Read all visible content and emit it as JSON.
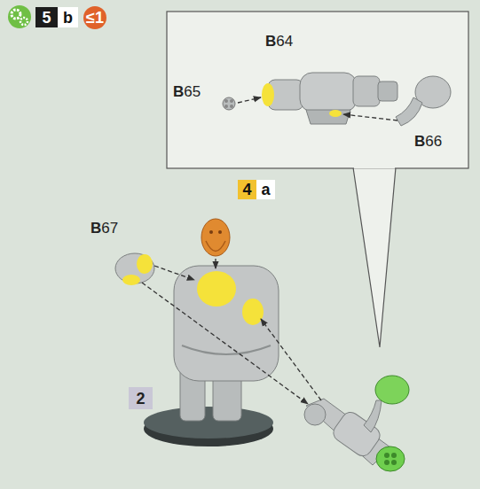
{
  "diagram": {
    "nodes": [
      {
        "text": [
          "5"
        ]
      },
      {
        "text": [
          "b"
        ]
      },
      {
        "text": [
          "≤1"
        ]
      },
      {
        "text": [
          "4"
        ]
      },
      {
        "text": [
          "a"
        ]
      },
      {
        "text": [
          "2"
        ]
      }
    ],
    "labels": [
      "B64",
      "B65",
      "B66",
      "B67"
    ]
  }
}
